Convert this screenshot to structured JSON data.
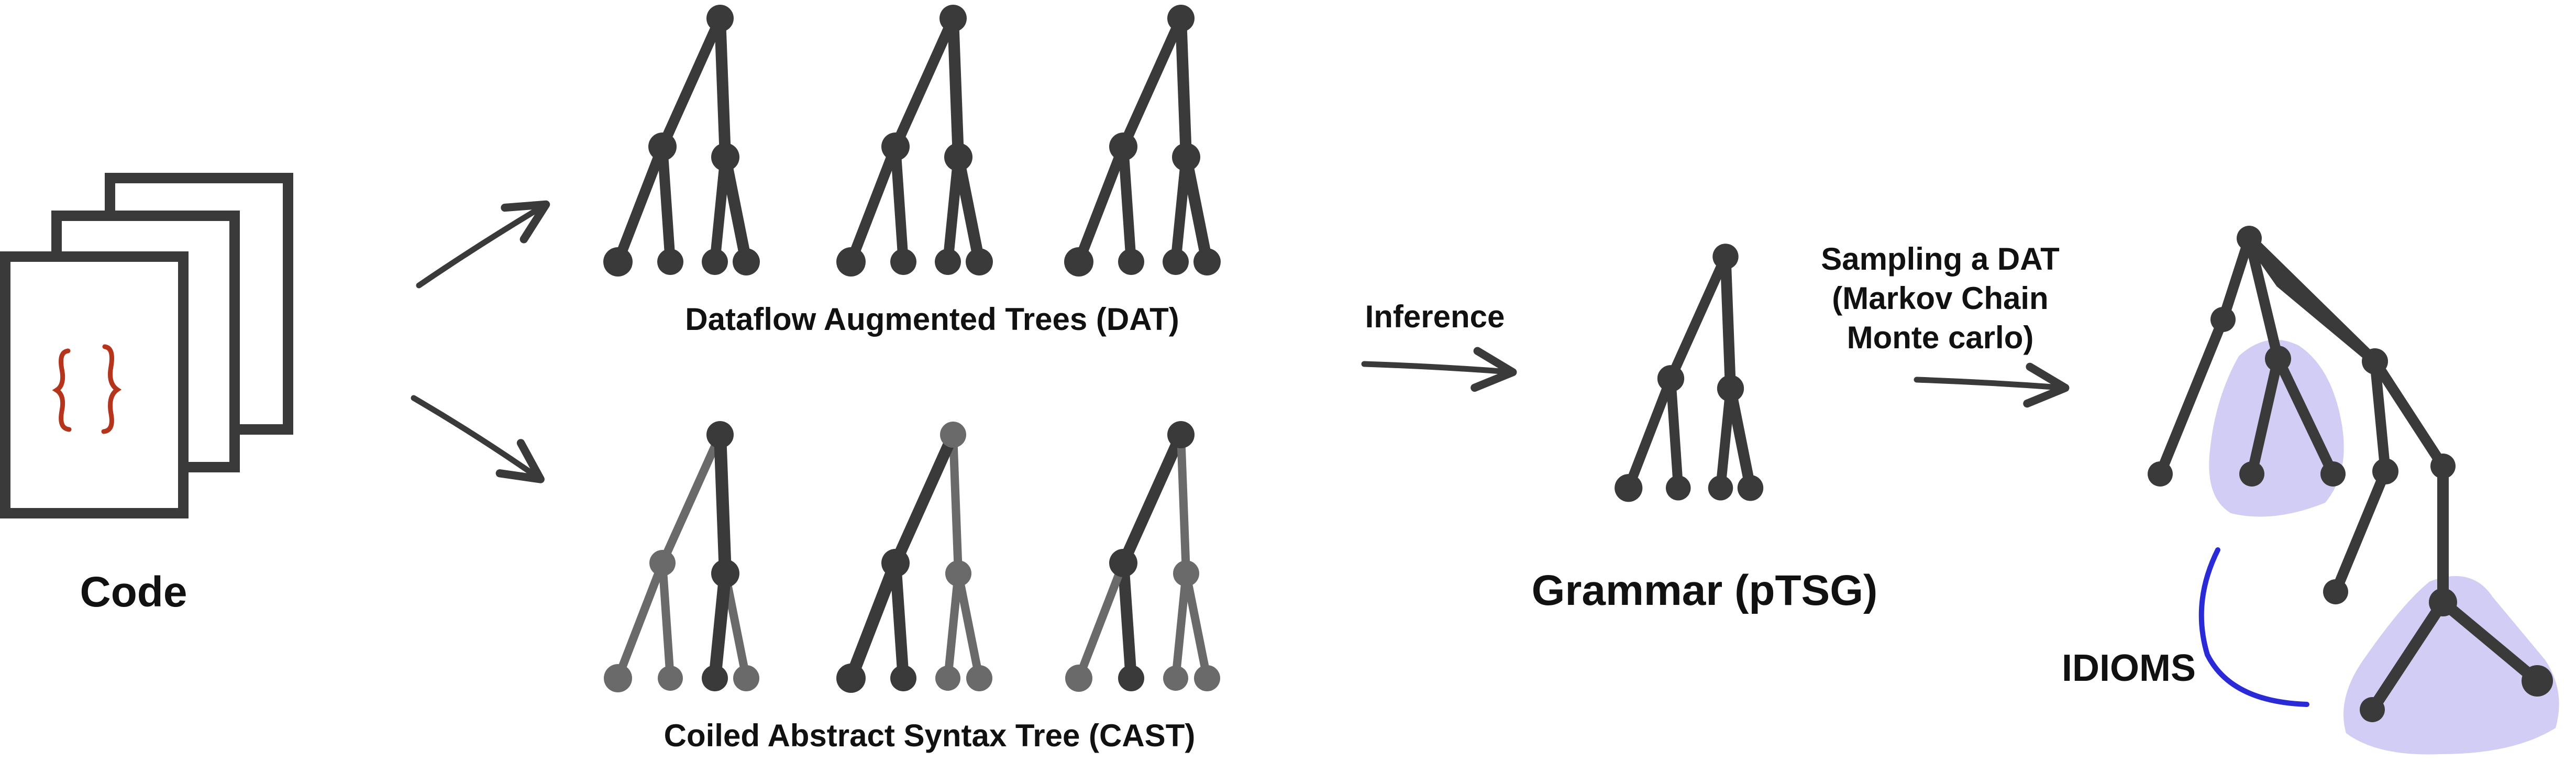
{
  "labels": {
    "code": "Code",
    "dat": "Dataflow Augmented Trees (DAT)",
    "cast": "Coiled Abstract Syntax Tree (CAST)",
    "inference": "Inference",
    "grammar": "Grammar (pTSG)",
    "sampling_line1": "Sampling a DAT",
    "sampling_line2": "(Markov Chain",
    "sampling_line3": "Monte carlo)",
    "idioms": "IDIOMS",
    "braces": "{ }"
  },
  "colors": {
    "ink": "#3a3a3a",
    "ink_light": "#666666",
    "brace": "#b5341c",
    "idiom_fill": "#c9c4f2",
    "idiom_stroke": "#2a2ad6"
  }
}
